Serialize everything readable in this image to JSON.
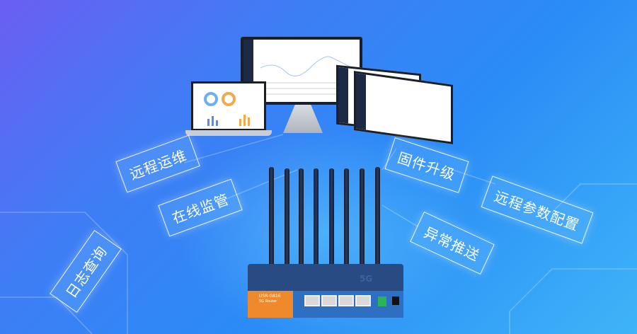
{
  "features": {
    "remote_ops": "远程运维",
    "online_monitor": "在线监管",
    "log_query": "日志查询",
    "firmware_upgrade": "固件升级",
    "remote_config": "远程参数配置",
    "alert_push": "异常推送"
  },
  "router": {
    "model": "USR-G816",
    "subtitle": "5G Router",
    "badge": "5G"
  },
  "colors": {
    "accent": "#2a8cf6",
    "router_orange": "#ef8a2c"
  }
}
